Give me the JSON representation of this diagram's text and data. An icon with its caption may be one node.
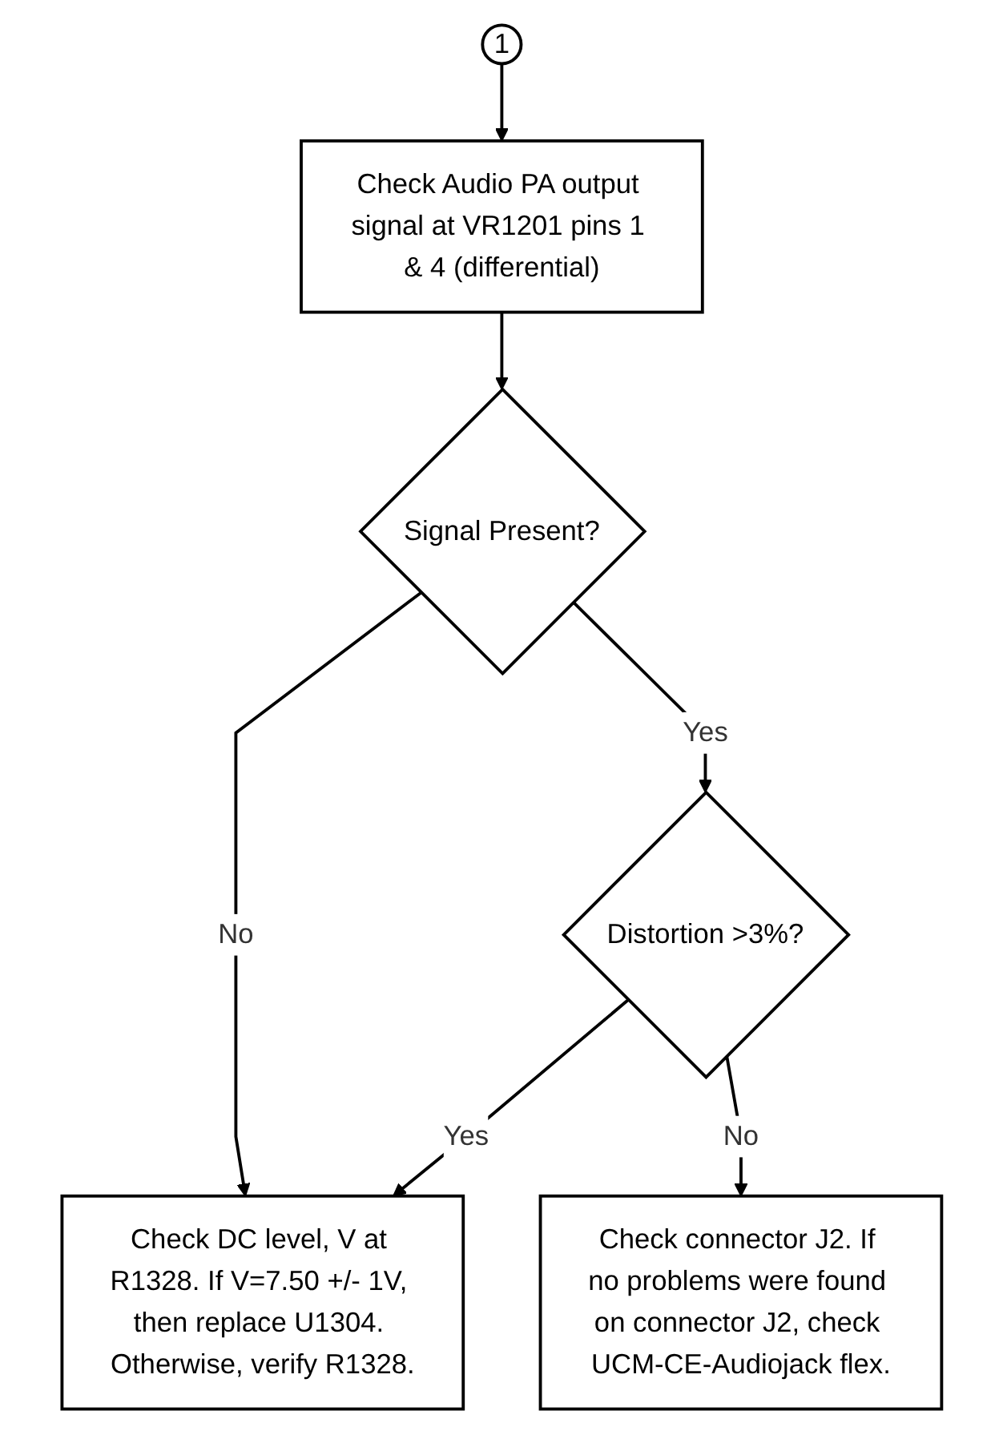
{
  "diagram": {
    "nodes": [
      {
        "text": [
          "1"
        ]
      },
      {
        "text": [
          "Check Audio PA output signal at VR1201 pins 1 & 4 (differential)"
        ]
      },
      {
        "text": [
          "Signal Present?"
        ]
      },
      {
        "text": [
          "Check DC level, V at R1328. If V=7.50 +/- 1V, then replace U1304. Otherwise, verify R1328."
        ]
      },
      {
        "text": [
          "Distortion >3%?"
        ]
      },
      {
        "text": [
          "Check connector J2. If no problems were found on connector J2, check UCM-CE-Audiojack flex."
        ]
      }
    ],
    "edges": [
      {
        "from": 0,
        "to": 1,
        "arrow": "to"
      },
      {
        "from": 1,
        "to": 2,
        "arrow": "to"
      },
      {
        "from": 2,
        "to": 3,
        "arrow": "to",
        "label": "No"
      },
      {
        "from": 2,
        "to": 4,
        "arrow": "to",
        "label": "Yes"
      },
      {
        "from": 4,
        "to": 3,
        "arrow": "to",
        "label": "Yes"
      },
      {
        "from": 4,
        "to": 5,
        "arrow": "to",
        "label": "No"
      }
    ]
  }
}
